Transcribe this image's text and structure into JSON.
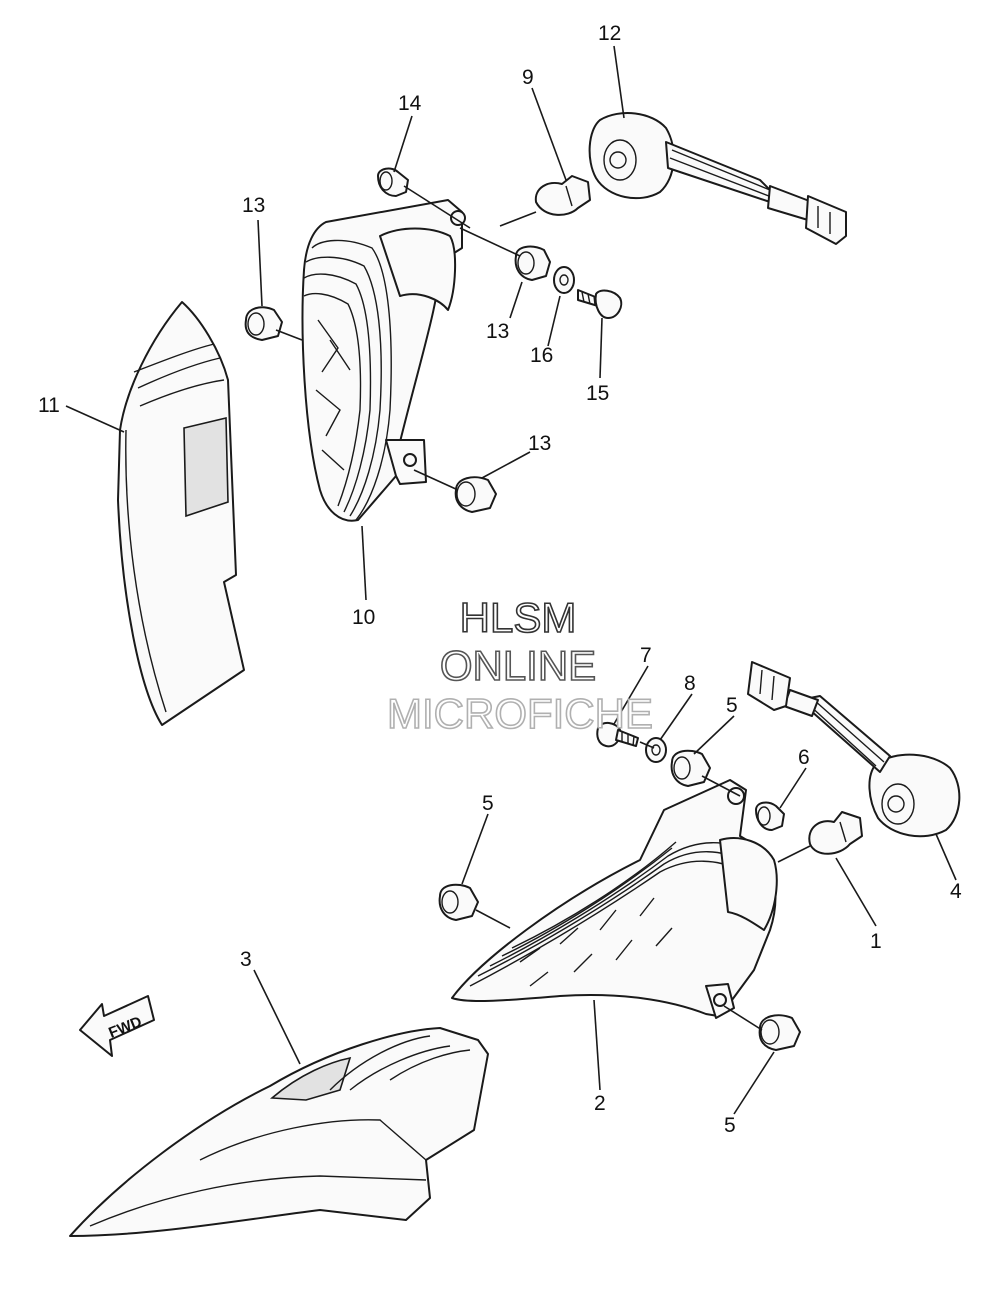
{
  "diagram": {
    "callouts": [
      {
        "id": "c1",
        "text": "1"
      },
      {
        "id": "c2",
        "text": "2"
      },
      {
        "id": "c3",
        "text": "3"
      },
      {
        "id": "c4",
        "text": "4"
      },
      {
        "id": "c5a",
        "text": "5"
      },
      {
        "id": "c5b",
        "text": "5"
      },
      {
        "id": "c5c",
        "text": "5"
      },
      {
        "id": "c6",
        "text": "6"
      },
      {
        "id": "c7",
        "text": "7"
      },
      {
        "id": "c8",
        "text": "8"
      },
      {
        "id": "c9",
        "text": "9"
      },
      {
        "id": "c10",
        "text": "10"
      },
      {
        "id": "c11",
        "text": "11"
      },
      {
        "id": "c12",
        "text": "12"
      },
      {
        "id": "c13a",
        "text": "13"
      },
      {
        "id": "c13b",
        "text": "13"
      },
      {
        "id": "c13c",
        "text": "13"
      },
      {
        "id": "c14",
        "text": "14"
      },
      {
        "id": "c15",
        "text": "15"
      },
      {
        "id": "c16",
        "text": "16"
      }
    ],
    "fwd_arrow": "FWD",
    "watermark": {
      "line1": "HLSM",
      "line2": "ONLINE",
      "line3": "MICROFICHE"
    },
    "colors": {
      "line": "#1a1a1a",
      "background": "#ffffff",
      "watermark_dark": "#333333",
      "watermark_light": "#b0b0b0"
    }
  }
}
